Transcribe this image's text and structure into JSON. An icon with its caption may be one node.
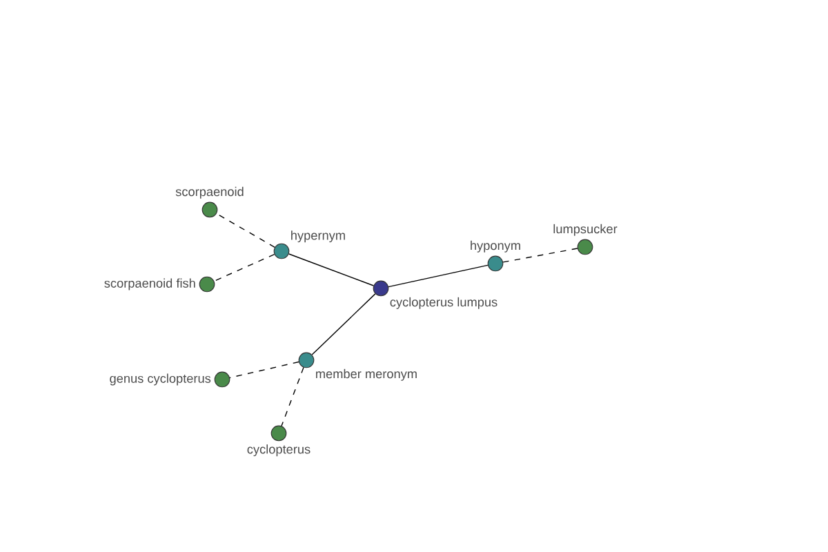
{
  "diagram": {
    "nodes": [
      {
        "text": [
          "cyclopterus lumpus"
        ]
      },
      {
        "text": [
          "hypernym"
        ]
      },
      {
        "text": [
          "hyponym"
        ]
      },
      {
        "text": [
          "member meronym"
        ]
      },
      {
        "text": [
          "scorpaenoid"
        ]
      },
      {
        "text": [
          "scorpaenoid fish"
        ]
      },
      {
        "text": [
          "lumpsucker"
        ]
      },
      {
        "text": [
          "genus cyclopterus"
        ]
      },
      {
        "text": [
          "cyclopterus"
        ]
      }
    ],
    "edges": [
      {
        "from": 0,
        "to": 1,
        "arrow": "none"
      },
      {
        "from": 0,
        "to": 2,
        "arrow": "none"
      },
      {
        "from": 0,
        "to": 3,
        "arrow": "none"
      },
      {
        "from": 1,
        "to": 4,
        "arrow": "none",
        "style": "dashed"
      },
      {
        "from": 1,
        "to": 5,
        "arrow": "none",
        "style": "dashed"
      },
      {
        "from": 2,
        "to": 6,
        "arrow": "none",
        "style": "dashed"
      },
      {
        "from": 3,
        "to": 7,
        "arrow": "none",
        "style": "dashed"
      },
      {
        "from": 3,
        "to": 8,
        "arrow": "none",
        "style": "dashed"
      }
    ]
  }
}
